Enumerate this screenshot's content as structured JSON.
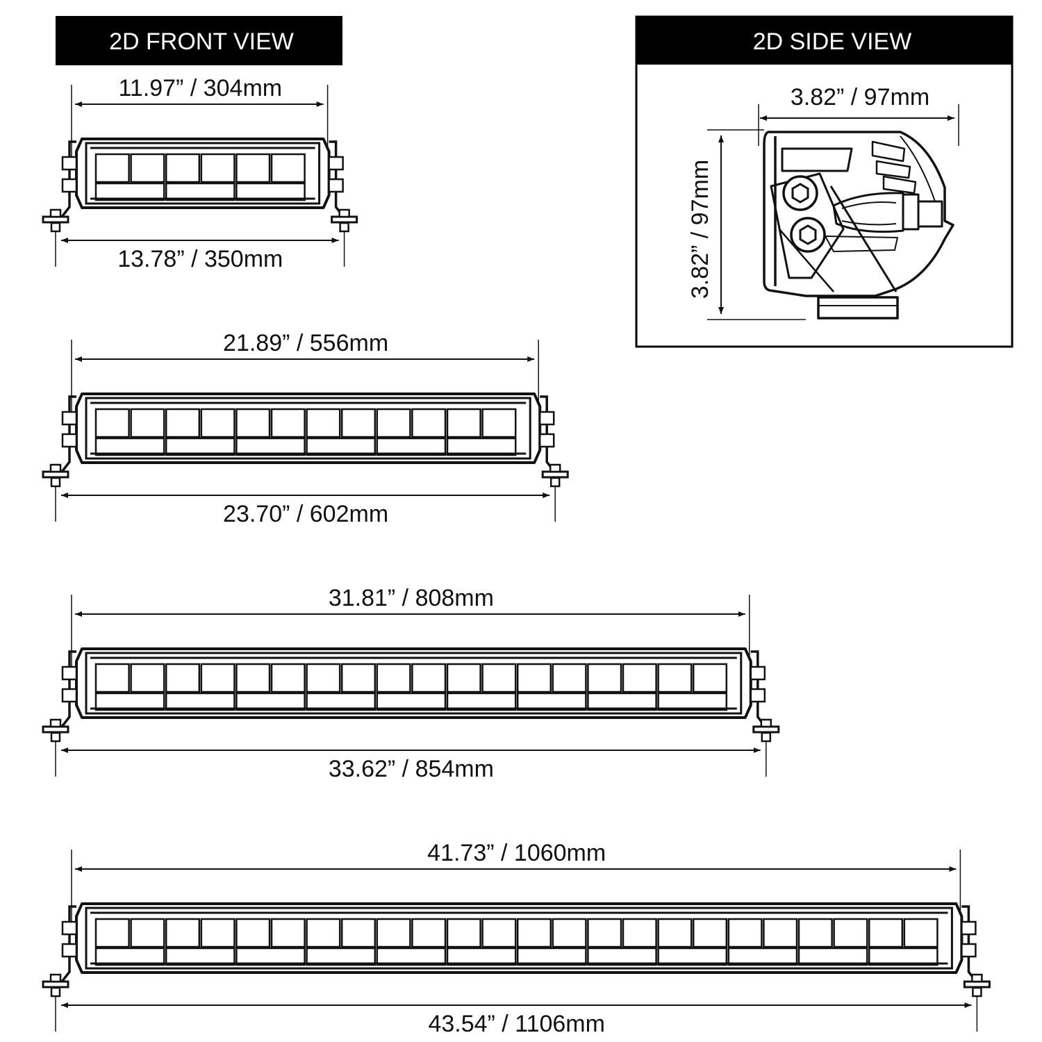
{
  "colors": {
    "ink": "#111111",
    "header_bg": "#000000",
    "header_text": "#ffffff",
    "paper": "#ffffff"
  },
  "front_view": {
    "title": "2D FRONT VIEW",
    "bars": [
      {
        "body_width": "11.97” / 304mm",
        "mount_width": "13.78” / 350mm",
        "cells": 6
      },
      {
        "body_width": "21.89” / 556mm",
        "mount_width": "23.70” / 602mm",
        "cells": 12
      },
      {
        "body_width": "31.81” / 808mm",
        "mount_width": "33.62” / 854mm",
        "cells": 18
      },
      {
        "body_width": "41.73” / 1060mm",
        "mount_width": "43.54” / 1106mm",
        "cells": 24
      }
    ]
  },
  "side_view": {
    "title": "2D SIDE VIEW",
    "depth": "3.82” / 97mm",
    "height": "3.82” / 97mm"
  }
}
